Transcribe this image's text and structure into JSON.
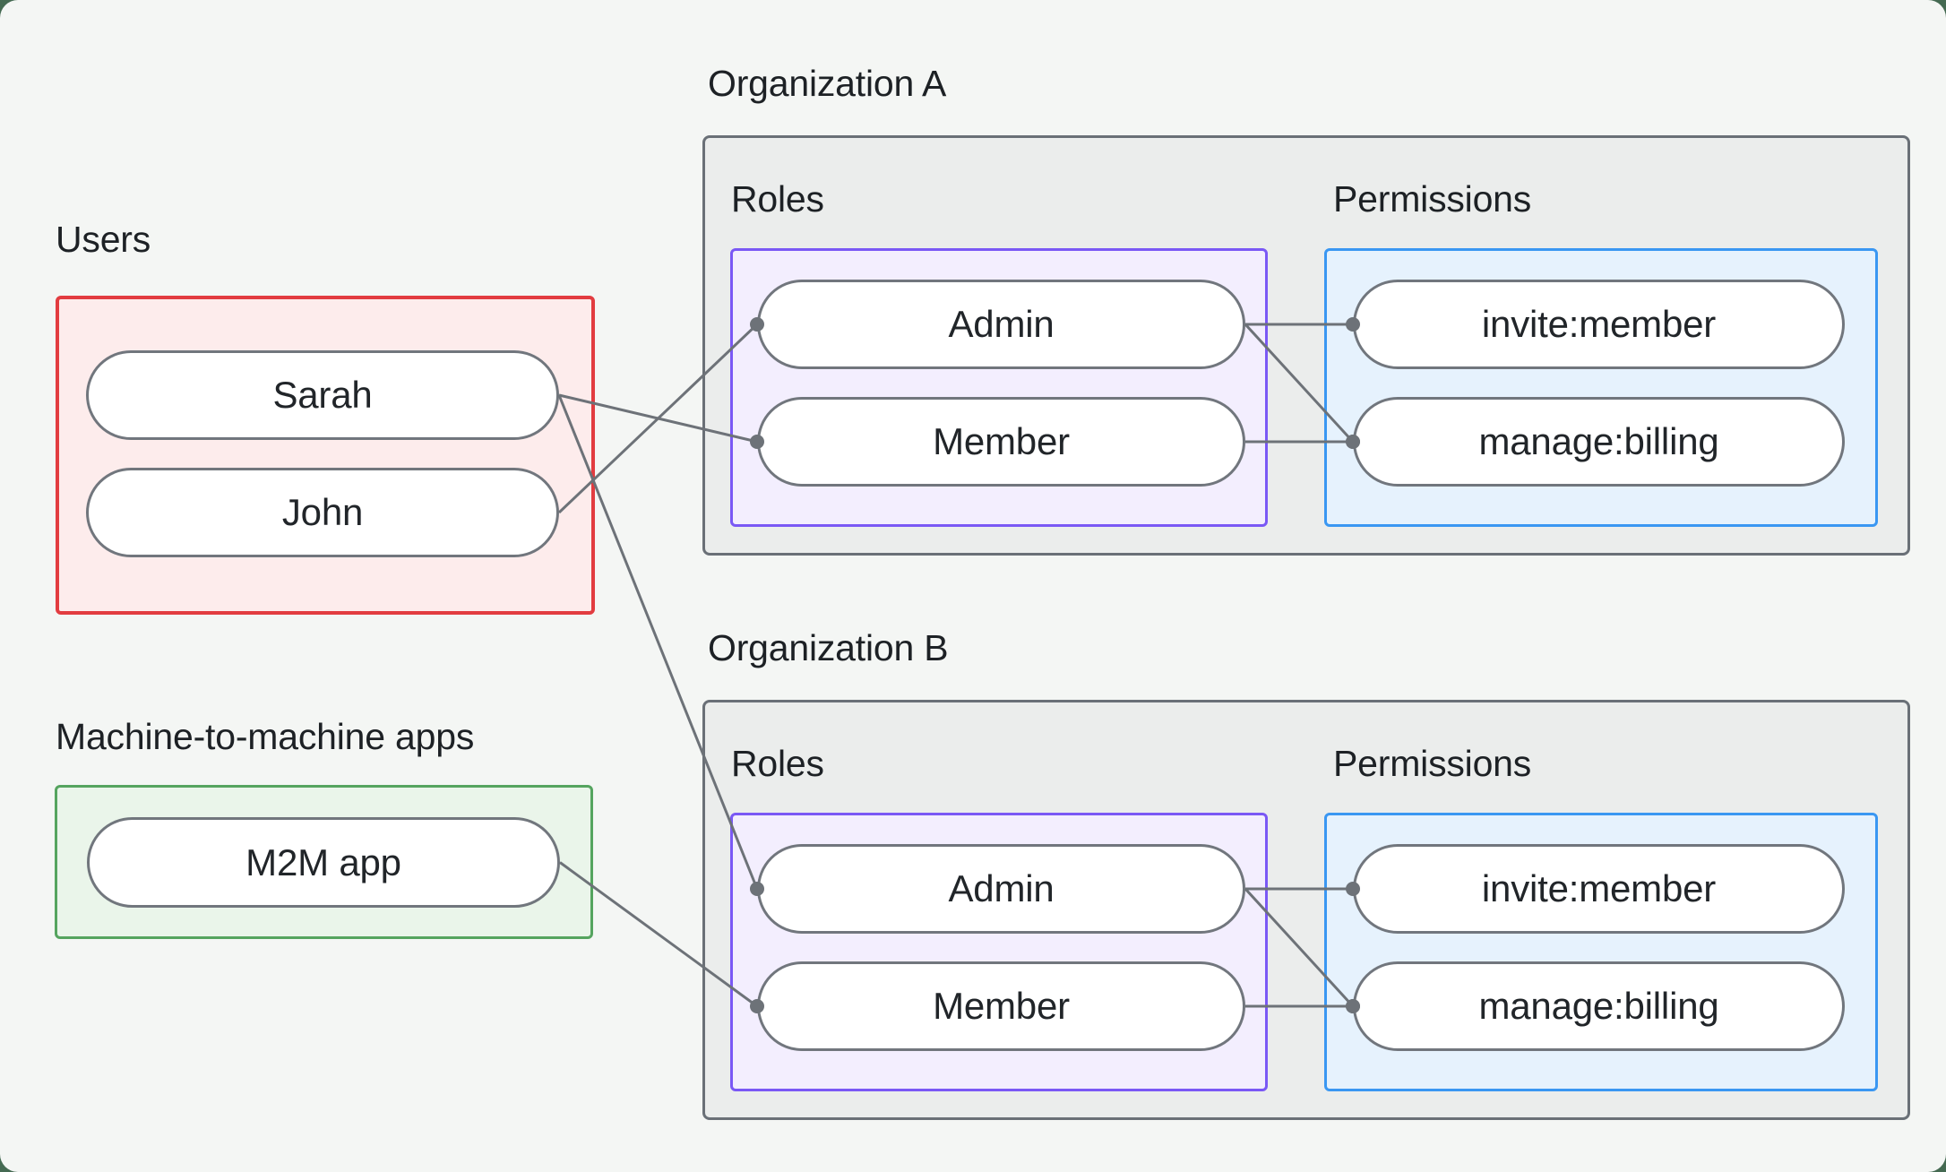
{
  "page": {
    "outer_background": "#456a52",
    "card_background": "#f4f6f4"
  },
  "palette": {
    "users_border": "#e23c40",
    "users_fill": "#fdecec",
    "m2m_border": "#55a45f",
    "m2m_fill": "#eaf5ea",
    "org_container_border": "#6a7077",
    "org_container_fill": "#ebedec",
    "roles_border": "#7a58f5",
    "roles_fill": "#f3eefe",
    "permissions_border": "#3a97f2",
    "permissions_fill": "#e6f2fd",
    "pill_border": "#71767d",
    "pill_fill": "#ffffff",
    "edge_color": "#6d7278",
    "text_color": "#1d2125"
  },
  "groups": {
    "users": {
      "label": "Users",
      "items": [
        {
          "id": "user-sarah",
          "label": "Sarah"
        },
        {
          "id": "user-john",
          "label": "John"
        }
      ]
    },
    "m2m": {
      "label": "Machine-to-machine apps",
      "items": [
        {
          "id": "m2m-app",
          "label": "M2M app"
        }
      ]
    }
  },
  "organizations": [
    {
      "label": "Organization A",
      "roles_label": "Roles",
      "permissions_label": "Permissions",
      "roles": [
        {
          "id": "orga-role-admin",
          "label": "Admin"
        },
        {
          "id": "orga-role-member",
          "label": "Member"
        }
      ],
      "permissions": [
        {
          "id": "orga-perm-invite",
          "label": "invite:member"
        },
        {
          "id": "orga-perm-manage",
          "label": "manage:billing"
        }
      ]
    },
    {
      "label": "Organization B",
      "roles_label": "Roles",
      "permissions_label": "Permissions",
      "roles": [
        {
          "id": "orgb-role-admin",
          "label": "Admin"
        },
        {
          "id": "orgb-role-member",
          "label": "Member"
        }
      ],
      "permissions": [
        {
          "id": "orgb-perm-invite",
          "label": "invite:member"
        },
        {
          "id": "orgb-perm-manage",
          "label": "manage:billing"
        }
      ]
    }
  ],
  "connections": [
    {
      "from": "user-sarah",
      "to": "orga-role-member"
    },
    {
      "from": "user-john",
      "to": "orga-role-admin"
    },
    {
      "from": "user-sarah",
      "to": "orgb-role-admin"
    },
    {
      "from": "m2m-app",
      "to": "orgb-role-member"
    },
    {
      "from": "orga-role-admin",
      "to": "orga-perm-invite"
    },
    {
      "from": "orga-role-admin",
      "to": "orga-perm-manage"
    },
    {
      "from": "orga-role-member",
      "to": "orga-perm-manage"
    },
    {
      "from": "orgb-role-admin",
      "to": "orgb-perm-invite"
    },
    {
      "from": "orgb-role-admin",
      "to": "orgb-perm-manage"
    },
    {
      "from": "orgb-role-member",
      "to": "orgb-perm-manage"
    }
  ]
}
